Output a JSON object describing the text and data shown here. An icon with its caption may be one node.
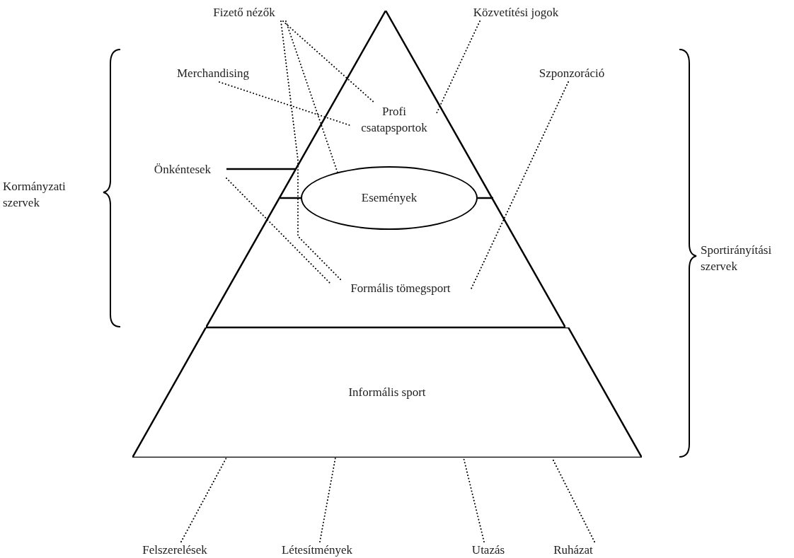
{
  "diagram": {
    "nodes": [
      {
        "text": [],
        "shape": "triangle"
      },
      {
        "text": [
          "Profi csatapsportok"
        ],
        "in": 0
      },
      {
        "text": [
          "Események"
        ],
        "in": 0
      },
      {
        "text": [
          "Formális tömegsport"
        ],
        "in": 0
      },
      {
        "text": [
          "Informális sport"
        ]
      },
      {
        "text": [
          "Fizető nézők"
        ]
      },
      {
        "text": [
          "Közvetítési jogok"
        ]
      },
      {
        "text": [
          "Merchandising"
        ]
      },
      {
        "text": [
          "Szponzoráció"
        ]
      },
      {
        "text": [
          "Önkéntesek"
        ]
      },
      {
        "text": [
          "Felszerelések"
        ]
      },
      {
        "text": [
          "Létesítmények"
        ]
      },
      {
        "text": [
          "Utazás"
        ]
      },
      {
        "text": [
          "Ruházat"
        ]
      }
    ],
    "edges": [
      {
        "from": 5,
        "to": 1,
        "arrow": "none",
        "style": "dashed"
      },
      {
        "from": 5,
        "to": 2,
        "arrow": "none",
        "style": "dashed"
      },
      {
        "from": 5,
        "to": 3,
        "arrow": "none",
        "style": "dashed"
      },
      {
        "from": 7,
        "to": 1,
        "arrow": "none",
        "style": "dashed"
      },
      {
        "from": 6,
        "to": 1,
        "arrow": "none",
        "style": "dashed"
      },
      {
        "from": 8,
        "to": 3,
        "arrow": "none",
        "style": "dashed"
      },
      {
        "from": 9,
        "to": 3,
        "arrow": "none",
        "style": "dashed"
      },
      {
        "from": 9,
        "to": 0,
        "arrow": "none"
      },
      {
        "from": 2,
        "to": 0,
        "arrow": "none"
      },
      {
        "from": 2,
        "to": 0,
        "arrow": "none"
      },
      {
        "from": 10,
        "to": 4,
        "arrow": "none",
        "style": "dashed"
      },
      {
        "from": 11,
        "to": 4,
        "arrow": "none",
        "style": "dashed"
      },
      {
        "from": 12,
        "to": 4,
        "arrow": "none",
        "style": "dashed"
      },
      {
        "from": 13,
        "to": 4,
        "arrow": "none",
        "style": "dashed"
      }
    ],
    "labels": [
      "Kormányzati szervek",
      "Sportirányítási szervek"
    ]
  }
}
